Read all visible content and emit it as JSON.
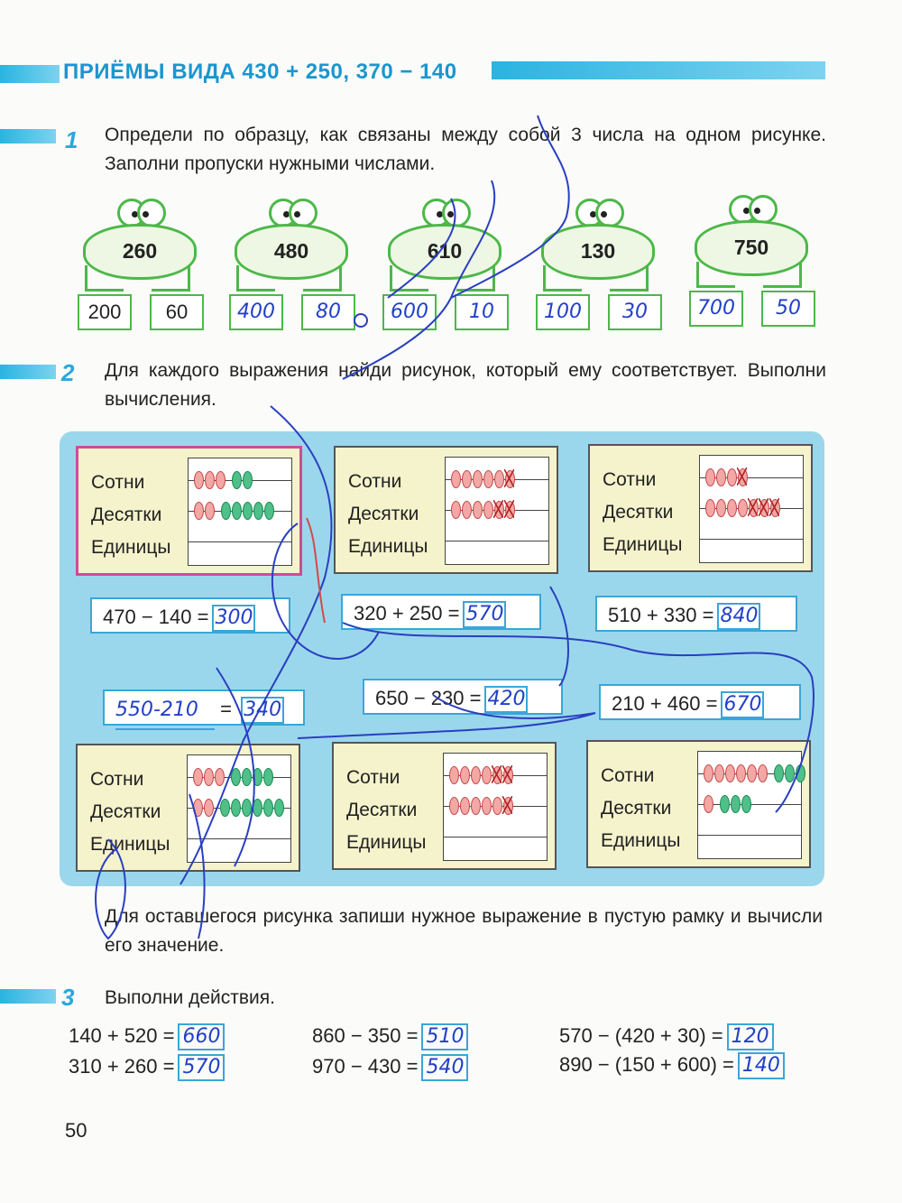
{
  "title": "ПРИЁМЫ ВИДА  430 + 250,  370 − 140",
  "task1": {
    "number": "1",
    "text": "Определи по образцу, как связаны между собой 3 числа на одном рисунке. Заполни пропуски нужными числами.",
    "frogs": [
      {
        "top": "260",
        "left": "200",
        "right": "60",
        "handwritten": false
      },
      {
        "top": "480",
        "left": "400",
        "right": "80",
        "handwritten": true
      },
      {
        "top": "610",
        "left": "600",
        "right": "10",
        "handwritten": true
      },
      {
        "top": "130",
        "left": "100",
        "right": "30",
        "handwritten": true
      },
      {
        "top": "750",
        "left": "700",
        "right": "50",
        "handwritten": true
      }
    ]
  },
  "task2": {
    "number": "2",
    "text": "Для каждого выражения найди рисунок, который ему соответствует. Выполни вычисления.",
    "labels": {
      "hundreds": "Сотни",
      "tens": "Десятки",
      "units": "Единицы"
    },
    "cards_top": [
      {
        "hundreds": "rrr gg",
        "tens": "rr ggggg"
      },
      {
        "hundreds": "rrrrrx",
        "tens": "rrrrxx"
      },
      {
        "hundreds": "rrrx",
        "tens": "rrrrxxx"
      }
    ],
    "cards_bottom": [
      {
        "hundreds": "rrr gggg",
        "tens": "rr gggggg"
      },
      {
        "hundreds": "rrrrxx",
        "tens": "rrrrrx"
      },
      {
        "hundreds": "rrrrrr ggg",
        "tens": "r ggg"
      }
    ],
    "expressions": [
      {
        "expr": "470 − 140 =",
        "answer": "300"
      },
      {
        "expr": "320 + 250 =",
        "answer": "570"
      },
      {
        "expr": "510 + 330 =",
        "answer": "840"
      },
      {
        "expr": "550-210",
        "answer": "340"
      },
      {
        "expr": "650 − 230 =",
        "answer": "420"
      },
      {
        "expr": "210 + 460 =",
        "answer": "670"
      }
    ],
    "note": "Для оставшегося рисунка запиши нужное выражение в пустую рамку и вычисли его значение."
  },
  "task3": {
    "number": "3",
    "text": "Выполни действия.",
    "columns": [
      [
        {
          "expr": "140 + 520 =",
          "answer": "660"
        },
        {
          "expr": "310 + 260 =",
          "answer": "570"
        }
      ],
      [
        {
          "expr": "860 − 350 =",
          "answer": "510"
        },
        {
          "expr": "970 − 430 =",
          "answer": "540"
        }
      ],
      [
        {
          "expr": "570 − (420 + 30) =",
          "answer": "120"
        },
        {
          "expr": "890 − (150 + 600) =",
          "answer": "140"
        }
      ]
    ]
  },
  "page_number": "50",
  "colors": {
    "accent": "#29a8dc",
    "frog": "#4cb848",
    "handwriting": "#2240c8",
    "panel": "#9bd7ec",
    "card": "#f5f3cc"
  }
}
